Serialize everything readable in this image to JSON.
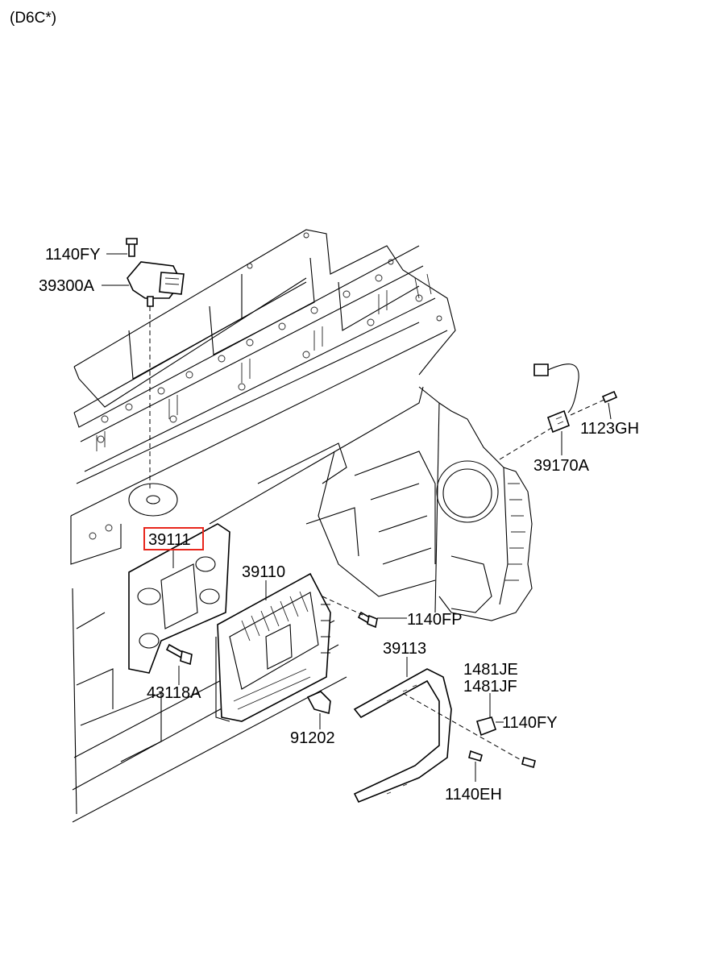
{
  "header": "(D6C*)",
  "highlight_color": "#e8261c",
  "callouts": {
    "c1140FY_top": "1140FY",
    "c39300A": "39300A",
    "c1123GH": "1123GH",
    "c39170A": "39170A",
    "c39111": "39111",
    "c39110": "39110",
    "c1140FP": "1140FP",
    "c39113": "39113",
    "c1481JE": "1481JE",
    "c1481JF": "1481JF",
    "c1140FY_bottom": "1140FY",
    "c43118A": "43118A",
    "c91202": "91202",
    "c1140EH": "1140EH"
  },
  "highlighted_callout": "39111"
}
